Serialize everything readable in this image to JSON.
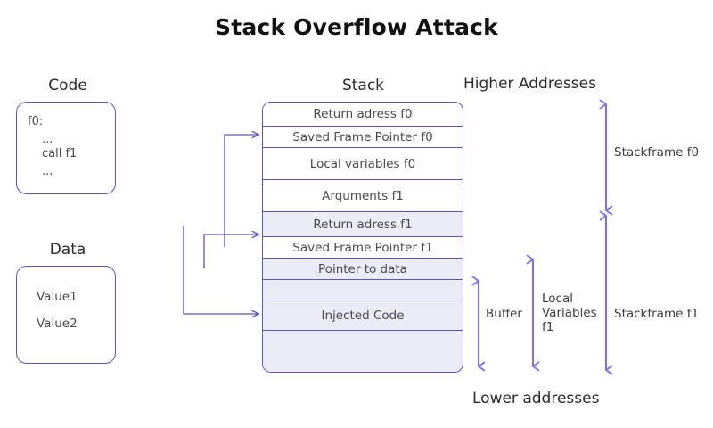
{
  "title": "Stack Overflow Attack",
  "accent_color": "#5b54b8",
  "arrow_color": "#7b6ff0",
  "row_shade_color": "#ececf8",
  "code_panel": {
    "heading": "Code",
    "lines": [
      "f0:",
      "...",
      "call f1",
      "..."
    ]
  },
  "data_panel": {
    "heading": "Data",
    "lines": [
      "Value1",
      "Value2"
    ]
  },
  "stack_panel": {
    "heading": "Stack",
    "rows": [
      {
        "label": "Return adress f0",
        "shaded": false
      },
      {
        "label": "Saved Frame Pointer f0",
        "shaded": false
      },
      {
        "label": "Local variables f0",
        "shaded": false
      },
      {
        "label": "Arguments f1",
        "shaded": false
      },
      {
        "label": "Return adress f1",
        "shaded": true
      },
      {
        "label": "Saved Frame Pointer f1",
        "shaded": false
      },
      {
        "label": "Pointer to data",
        "shaded": true
      },
      {
        "label": "",
        "shaded": true
      },
      {
        "label": "Injected Code",
        "shaded": true
      },
      {
        "label": "",
        "shaded": true
      }
    ]
  },
  "address_labels": {
    "higher": "Higher Addresses",
    "lower": "Lower addresses"
  },
  "measures": [
    {
      "name": "buffer",
      "label": "Buffer"
    },
    {
      "name": "local-vars-f1",
      "label": "Local\nVariables\nf1"
    },
    {
      "name": "stackframe-f0",
      "label": "Stackframe f0"
    },
    {
      "name": "stackframe-f1",
      "label": "Stackframe f1"
    }
  ]
}
